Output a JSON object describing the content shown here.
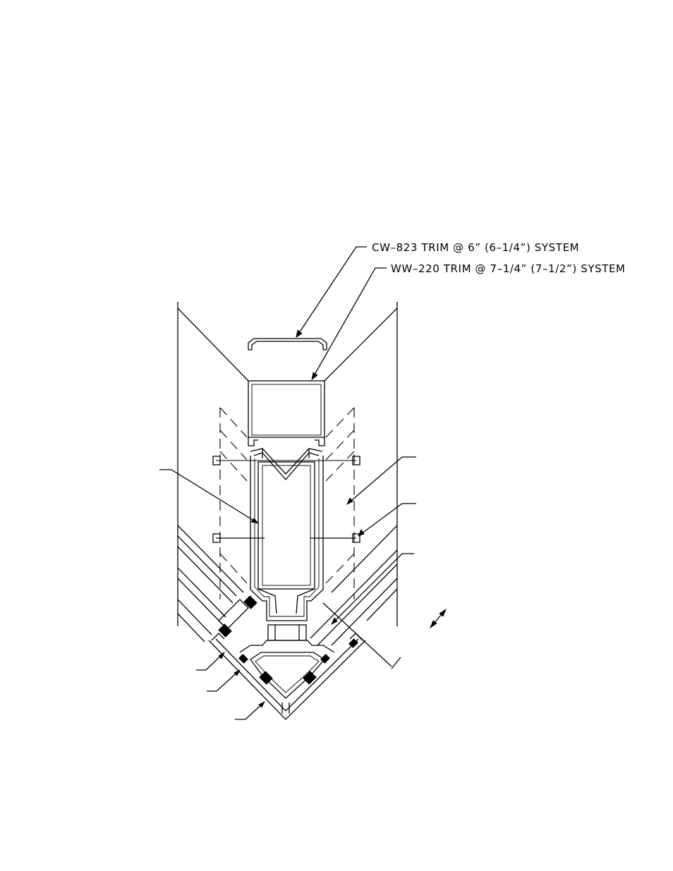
{
  "drawing": {
    "callouts": [
      {
        "id": "cw823",
        "text": "CW–823 TRIM @ 6” (6–1/4”) SYSTEM"
      },
      {
        "id": "ww220",
        "text": "WW–220 TRIM @ 7–1/4” (7–1/2”) SYSTEM"
      }
    ],
    "colors": {
      "line": "#000000",
      "background": "#ffffff"
    }
  }
}
